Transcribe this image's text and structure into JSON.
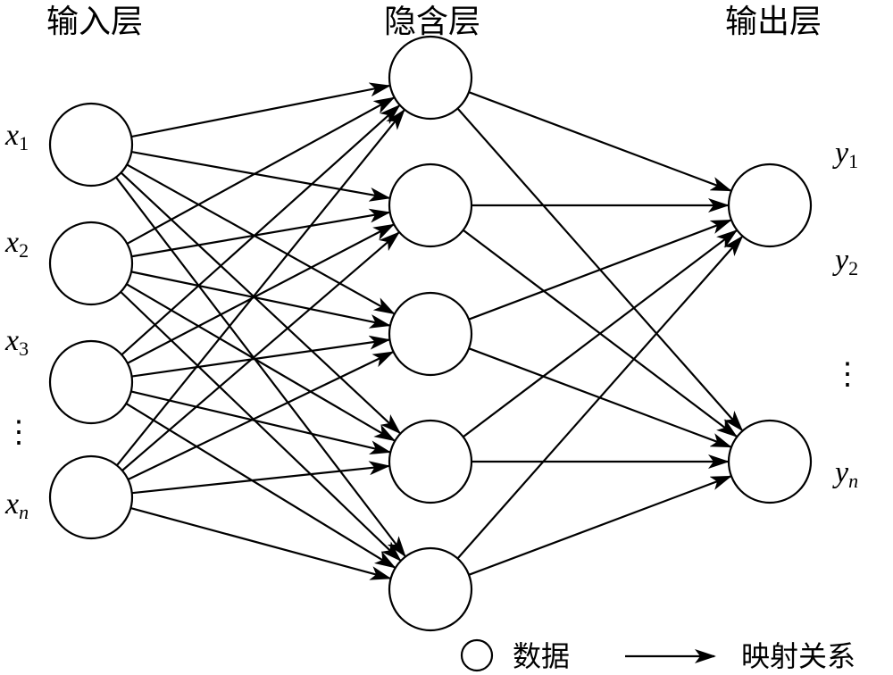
{
  "titles": {
    "input": "输入层",
    "hidden": "隐含层",
    "output": "输出层"
  },
  "input_labels": [
    {
      "base": "x",
      "sub": "1"
    },
    {
      "base": "x",
      "sub": "2"
    },
    {
      "base": "x",
      "sub": "3"
    },
    {
      "base": "x",
      "sub": "n"
    }
  ],
  "output_labels": [
    {
      "base": "y",
      "sub": "1"
    },
    {
      "base": "y",
      "sub": "2"
    },
    {
      "base": "y",
      "sub": "n"
    }
  ],
  "ellipsis": "⋮",
  "legend": {
    "node_label": "数据",
    "arrow_label": "映射关系"
  },
  "colors": {
    "stroke": "#000000",
    "background": "#ffffff"
  }
}
